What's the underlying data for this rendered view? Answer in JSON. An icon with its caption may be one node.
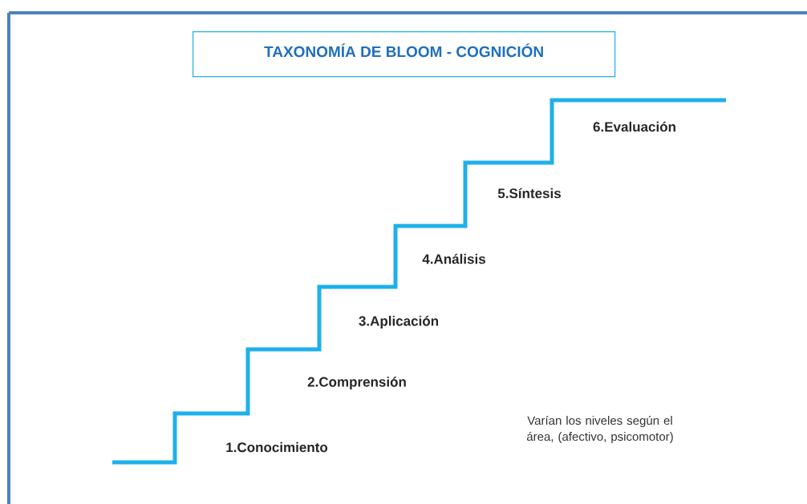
{
  "diagram": {
    "title": "TAXONOMÍA DE BLOOM - COGNICIÓN",
    "labels": [
      "6.Evaluación",
      "5.Síntesis",
      "4.Análisis",
      "3.Aplicación",
      "2.Comprensión",
      "1.Conocimiento",
      "Varían los niveles según el área, (afectivo, psicomotor)"
    ]
  }
}
